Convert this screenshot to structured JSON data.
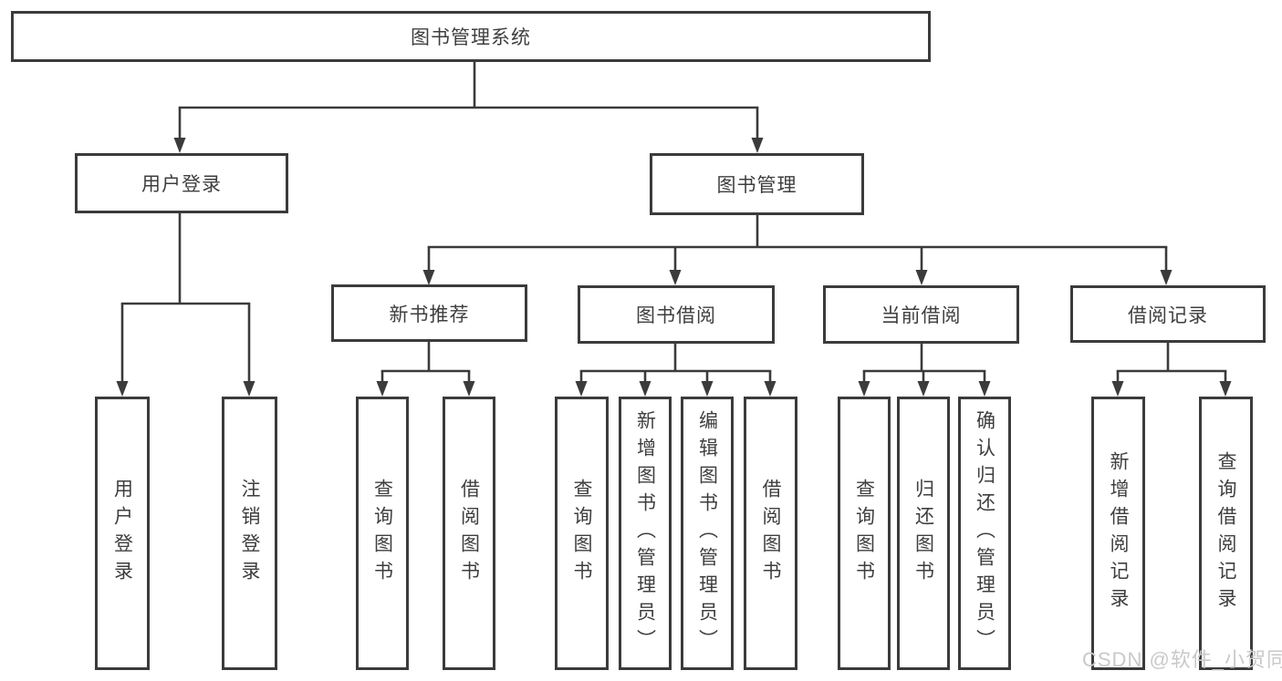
{
  "diagram": {
    "root": {
      "label": "图书管理系统"
    },
    "branches": [
      {
        "label": "用户登录",
        "leaves": [
          "用户登录",
          "注销登录"
        ]
      },
      {
        "label": "图书管理",
        "groups": [
          {
            "label": "新书推荐",
            "leaves": [
              "查询图书",
              "借阅图书"
            ]
          },
          {
            "label": "图书借阅",
            "leaves": [
              "查询图书",
              "新增图书（管理员）",
              "编辑图书（管理员）",
              "借阅图书"
            ]
          },
          {
            "label": "当前借阅",
            "leaves": [
              "查询图书",
              "归还图书",
              "确认归还（管理员）"
            ]
          },
          {
            "label": "借阅记录",
            "leaves": [
              "新增借阅记录",
              "查询借阅记录"
            ]
          }
        ]
      }
    ]
  },
  "watermark": {
    "text": "CSDN @软件_小贺同学"
  },
  "colors": {
    "line": "#3b3b3d",
    "box_border": "#3b3b3d",
    "text": "#3e3e40",
    "background": "#ffffff",
    "watermark": "#c9c9c9"
  }
}
